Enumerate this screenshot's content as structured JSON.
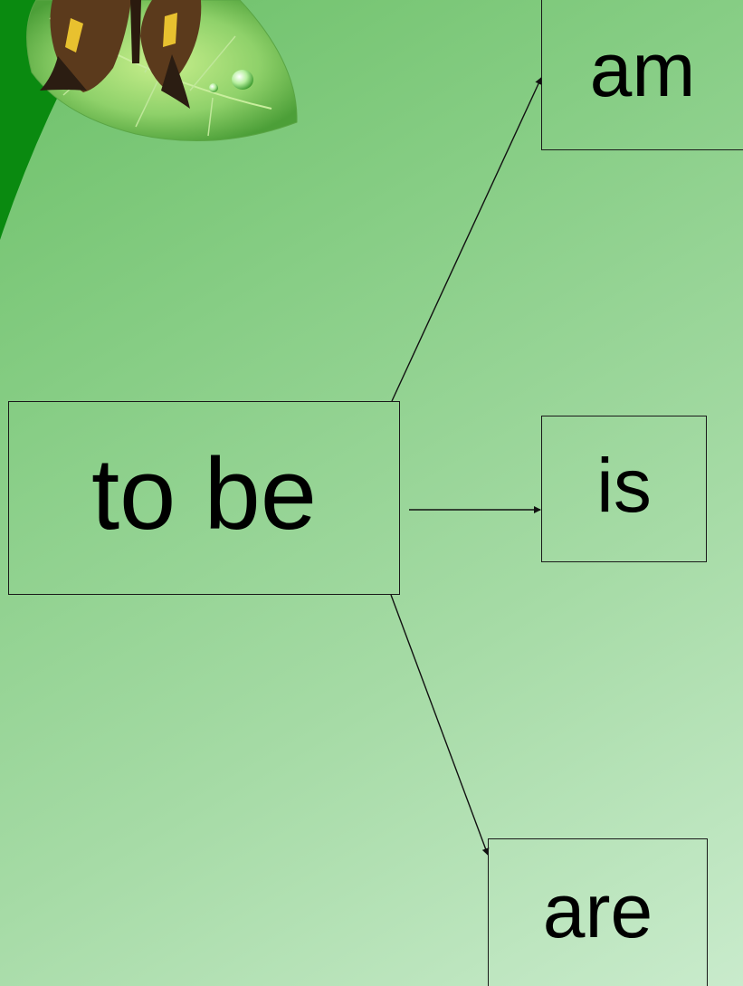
{
  "diagram": {
    "root": "to be",
    "branches": [
      {
        "label": "am"
      },
      {
        "label": "is"
      },
      {
        "label": "are"
      }
    ]
  },
  "colors": {
    "background_light": "#c9ebcc",
    "background_mid": "#86cd84",
    "background_dark": "#6cc067",
    "corner_band": "#0a8a10",
    "leaf": "#8fd16a",
    "box_border": "#1a1a1a",
    "text": "#000000"
  },
  "decorations": {
    "corner_image": "butterfly-on-leaf"
  }
}
